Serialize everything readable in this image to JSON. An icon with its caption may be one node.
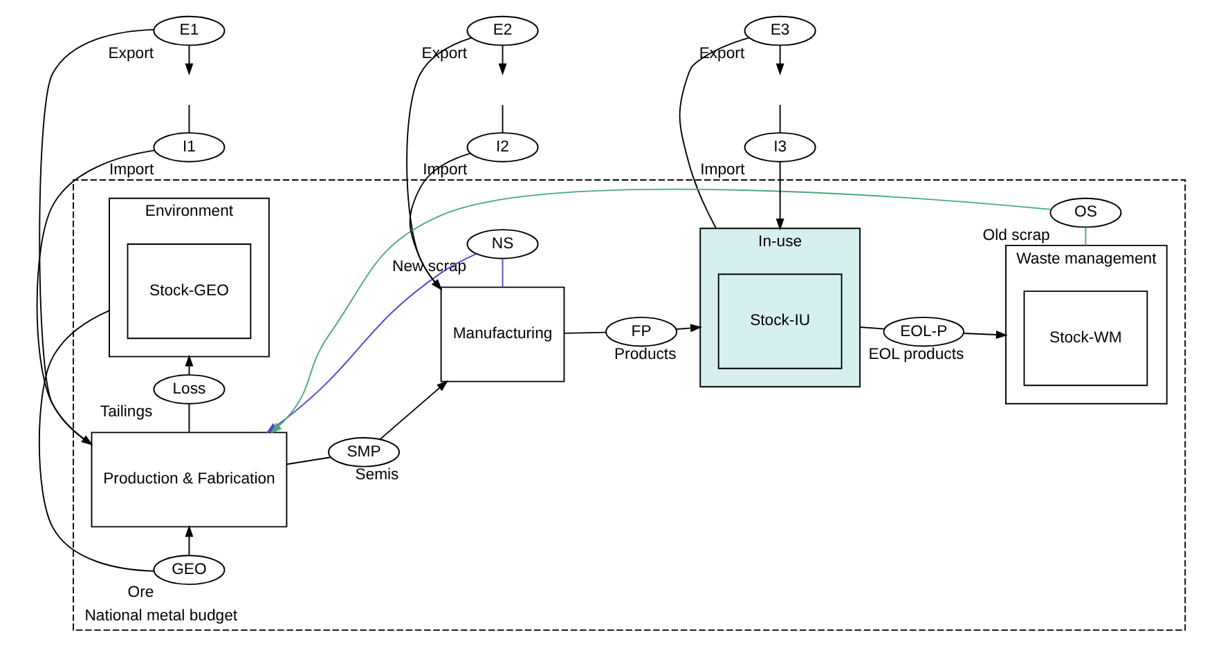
{
  "diagram": {
    "nodes": [
      {
        "text": [
          "National metal budget"
        ]
      },
      {
        "text": [
          "Production & Fabrication"
        ],
        "in": 0
      },
      {
        "text": [
          "Manufacturing"
        ],
        "in": 0
      },
      {
        "text": [
          "In-use"
        ],
        "in": 0
      },
      {
        "text": [
          "Stock-IU"
        ],
        "in": 3
      },
      {
        "text": [
          "Waste management"
        ],
        "in": 0
      },
      {
        "text": [
          "Stock-WM"
        ],
        "in": 5
      },
      {
        "text": [
          "Environment"
        ],
        "in": 0
      },
      {
        "text": [
          "Stock-GEO"
        ],
        "in": 7
      },
      {
        "text": [
          "I1"
        ],
        "beside": [
          "Import"
        ]
      },
      {
        "text": [
          "E1"
        ],
        "beside": [
          "Export"
        ]
      },
      {
        "text": [
          "I2"
        ],
        "beside": [
          "Import"
        ]
      },
      {
        "text": [
          "E2"
        ],
        "beside": [
          "Export"
        ]
      },
      {
        "text": [
          "I3"
        ],
        "beside": [
          "Import"
        ]
      },
      {
        "text": [
          "E3"
        ],
        "beside": [
          "Export"
        ]
      },
      {
        "text": [
          "SMP"
        ],
        "in": 0,
        "beside": [
          "Semis"
        ]
      },
      {
        "text": [
          "FP"
        ],
        "in": 0,
        "beside": [
          "Products"
        ]
      },
      {
        "text": [
          "EOL-P"
        ],
        "in": 0,
        "beside": [
          "EOL products"
        ]
      },
      {
        "text": [
          "NS"
        ],
        "in": 0,
        "beside": [
          "New scrap"
        ]
      },
      {
        "text": [
          "Loss"
        ],
        "in": 0,
        "beside": [
          "Tailings"
        ]
      },
      {
        "text": [
          "GEO"
        ],
        "in": 0,
        "beside": [
          "Ore"
        ]
      },
      {
        "text": [
          "OS"
        ],
        "in": 0,
        "beside": [
          "Old scrap"
        ]
      }
    ],
    "edges": [
      {
        "from": null,
        "to": 9,
        "arrow": "none"
      },
      {
        "from": 9,
        "to": 1,
        "arrow": "to"
      },
      {
        "from": 1,
        "to": 10,
        "arrow": "none"
      },
      {
        "from": 10,
        "to": null,
        "arrow": "to"
      },
      {
        "from": null,
        "to": 11,
        "arrow": "none"
      },
      {
        "from": 11,
        "to": 2,
        "arrow": "to"
      },
      {
        "from": 2,
        "to": 12,
        "arrow": "none"
      },
      {
        "from": 12,
        "to": null,
        "arrow": "to"
      },
      {
        "from": null,
        "to": 13,
        "arrow": "none"
      },
      {
        "from": 13,
        "to": 3,
        "arrow": "to"
      },
      {
        "from": 3,
        "to": 14,
        "arrow": "none"
      },
      {
        "from": 14,
        "to": null,
        "arrow": "to"
      },
      {
        "from": 1,
        "to": 15,
        "arrow": "none"
      },
      {
        "from": 15,
        "to": 2,
        "arrow": "to"
      },
      {
        "from": 2,
        "to": 16,
        "arrow": "none"
      },
      {
        "from": 16,
        "to": 3,
        "arrow": "to"
      },
      {
        "from": 3,
        "to": 17,
        "arrow": "none"
      },
      {
        "from": 17,
        "to": 5,
        "arrow": "to"
      },
      {
        "from": 2,
        "to": 18,
        "arrow": "none",
        "color": "#4a4ac8"
      },
      {
        "from": 18,
        "to": 1,
        "arrow": "to",
        "color": "#4a4ac8"
      },
      {
        "from": 1,
        "to": 19,
        "arrow": "none"
      },
      {
        "from": 19,
        "to": 7,
        "arrow": "to"
      },
      {
        "from": 7,
        "to": 20,
        "arrow": "none"
      },
      {
        "from": 20,
        "to": 1,
        "arrow": "to"
      },
      {
        "from": 5,
        "to": 21,
        "arrow": "none",
        "color": "#4aa878"
      },
      {
        "from": 21,
        "to": 1,
        "arrow": "to",
        "color": "#4aa878"
      }
    ]
  }
}
